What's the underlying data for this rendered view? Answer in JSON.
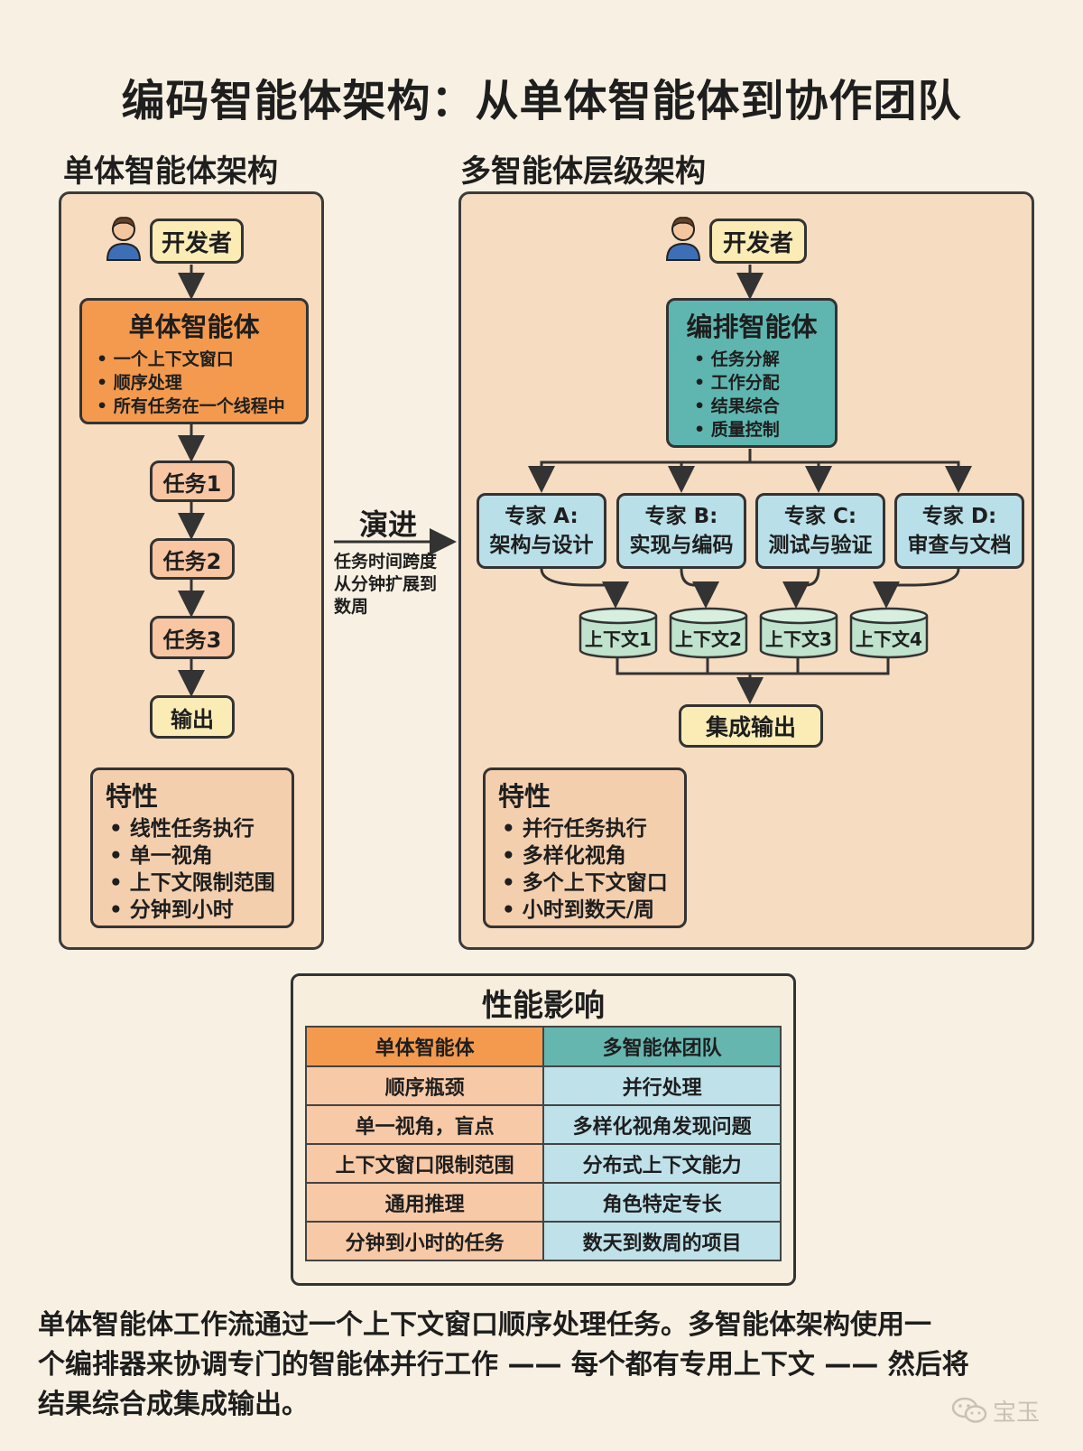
{
  "title": "编码智能体架构：从单体智能体到协作团队",
  "single": {
    "section_title": "单体智能体架构",
    "developer": "开发者",
    "agent_title": "单体智能体",
    "agent_bullets": [
      "一个上下文窗口",
      "顺序处理",
      "所有任务在一个线程中"
    ],
    "tasks": [
      "任务1",
      "任务2",
      "任务3"
    ],
    "output": "输出",
    "features_title": "特性",
    "features": [
      "线性任务执行",
      "单一视角",
      "上下文限制范围",
      "分钟到小时"
    ]
  },
  "evolution": {
    "label": "演进",
    "note_lines": [
      "任务时间跨度",
      "从分钟扩展到",
      "数周"
    ]
  },
  "multi": {
    "section_title": "多智能体层级架构",
    "developer": "开发者",
    "orchestrator_title": "编排智能体",
    "orchestrator_bullets": [
      "任务分解",
      "工作分配",
      "结果综合",
      "质量控制"
    ],
    "experts": [
      {
        "name": "专家 A:",
        "role": "架构与设计"
      },
      {
        "name": "专家 B:",
        "role": "实现与编码"
      },
      {
        "name": "专家 C:",
        "role": "测试与验证"
      },
      {
        "name": "专家 D:",
        "role": "审查与文档"
      }
    ],
    "contexts": [
      "上下文1",
      "上下文2",
      "上下文3",
      "上下文4"
    ],
    "output": "集成输出",
    "features_title": "特性",
    "features": [
      "并行任务执行",
      "多样化视角",
      "多个上下文窗口",
      "小时到数天/周"
    ]
  },
  "performance": {
    "title": "性能影响",
    "headers": [
      "单体智能体",
      "多智能体团队"
    ],
    "rows": [
      [
        "顺序瓶颈",
        "并行处理"
      ],
      [
        "单一视角，盲点",
        "多样化视角发现问题"
      ],
      [
        "上下文窗口限制范围",
        "分布式上下文能力"
      ],
      [
        "通用推理",
        "角色特定专长"
      ],
      [
        "分钟到小时的任务",
        "数天到数周的项目"
      ]
    ]
  },
  "footer_lines": [
    "单体智能体工作流通过一个上下文窗口顺序处理任务。多智能体架构使用一",
    "个编排器来协调专门的智能体并行工作 —— 每个都有专用上下文 —— 然后将",
    "结果综合成集成输出。"
  ],
  "watermark": "宝玉",
  "colors": {
    "background": "#f8f1e3",
    "single_agent": "#f39a4e",
    "orchestrator": "#5fb6b0",
    "expert": "#b9dfe8",
    "context": "#bfe3cc",
    "developer": "#fbecb6"
  }
}
